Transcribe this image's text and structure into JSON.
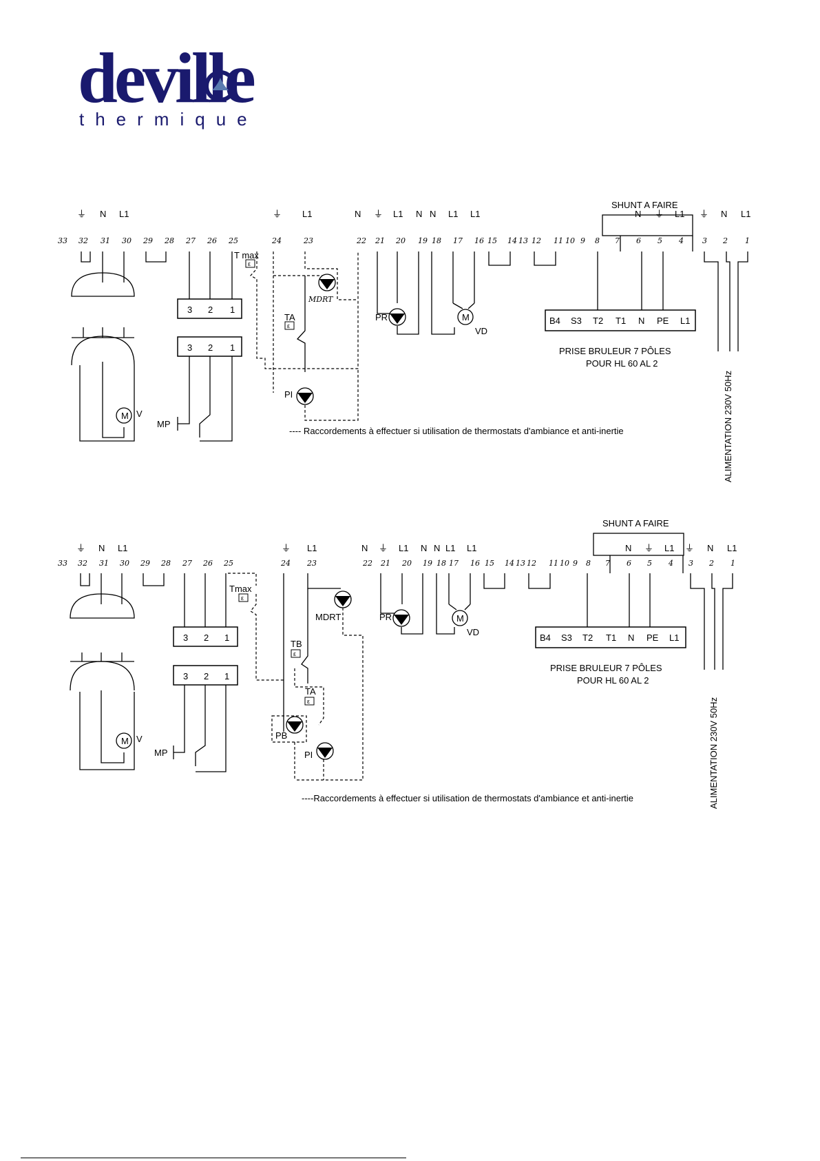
{
  "logo": {
    "wordmark": "deville",
    "subtitle": "thermique",
    "color": "#1a1a6e"
  },
  "diagram_1": {
    "terminals": [
      "33",
      "32",
      "31",
      "30",
      "29",
      "28",
      "27",
      "26",
      "25",
      "24",
      "23",
      "22",
      "21",
      "20",
      "19",
      "18",
      "17",
      "16",
      "15",
      "14",
      "13",
      "12",
      "11",
      "10",
      "9",
      "8",
      "7",
      "6",
      "5",
      "4",
      "3",
      "2",
      "1"
    ],
    "shunt_label": "SHUNT A FAIRE",
    "labels": {
      "tmax": "T max",
      "ta": "TA",
      "mdrt": "MDRT",
      "pi": "PI",
      "pr": "PR",
      "vd": "VD",
      "m": "M",
      "v": "V",
      "mp": "MP",
      "n": "N",
      "l1": "L1"
    },
    "connector_pins": [
      "3",
      "2",
      "1"
    ],
    "burner_pins": [
      "B4",
      "S3",
      "T2",
      "T1",
      "N",
      "PE",
      "L1"
    ],
    "burner_caption_1": "PRISE BRULEUR 7 PÔLES",
    "burner_caption_2": "POUR HL 60 AL 2",
    "power_label": "ALIMENTATION 230V 50Hz",
    "note": "---- Raccordements à effectuer  si utilisation de thermostats d'ambiance et anti-inertie"
  },
  "diagram_2": {
    "terminals": [
      "33",
      "32",
      "31",
      "30",
      "29",
      "28",
      "27",
      "26",
      "25",
      "24",
      "23",
      "22",
      "21",
      "20",
      "19",
      "18",
      "17",
      "16",
      "15",
      "14",
      "13",
      "12",
      "11",
      "10",
      "9",
      "8",
      "7",
      "6",
      "5",
      "4",
      "3",
      "2",
      "1"
    ],
    "shunt_label": "SHUNT A FAIRE",
    "labels": {
      "tmax": "Tmax",
      "tb": "TB",
      "ta": "TA",
      "mdrt": "MDRT",
      "pb": "PB",
      "pi": "PI",
      "pr": "PR",
      "vd": "VD",
      "m": "M",
      "v": "V",
      "mp": "MP",
      "n": "N",
      "l1": "L1"
    },
    "connector_pins": [
      "3",
      "2",
      "1"
    ],
    "burner_pins": [
      "B4",
      "S3",
      "T2",
      "T1",
      "N",
      "PE",
      "L1"
    ],
    "burner_caption_1": "PRISE BRULEUR 7 PÔLES",
    "burner_caption_2": "POUR HL 60 AL 2",
    "power_label": "ALIMENTATION 230V 50Hz",
    "note": "----Raccordements à effectuer  si utilisation de thermostats d'ambiance et anti-inertie"
  }
}
